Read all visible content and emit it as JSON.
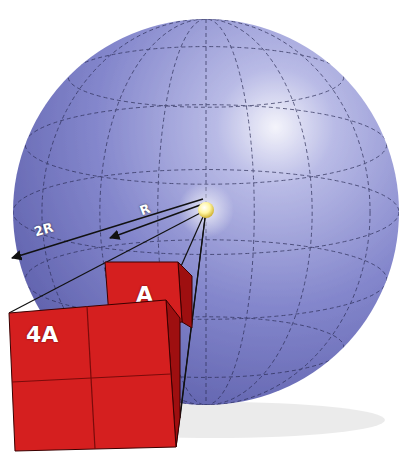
{
  "diagram": {
    "nodes": [
      {
        "text": [
          "A"
        ]
      },
      {
        "text": [
          "4A"
        ]
      }
    ],
    "labels": [
      "2R",
      "R"
    ]
  }
}
